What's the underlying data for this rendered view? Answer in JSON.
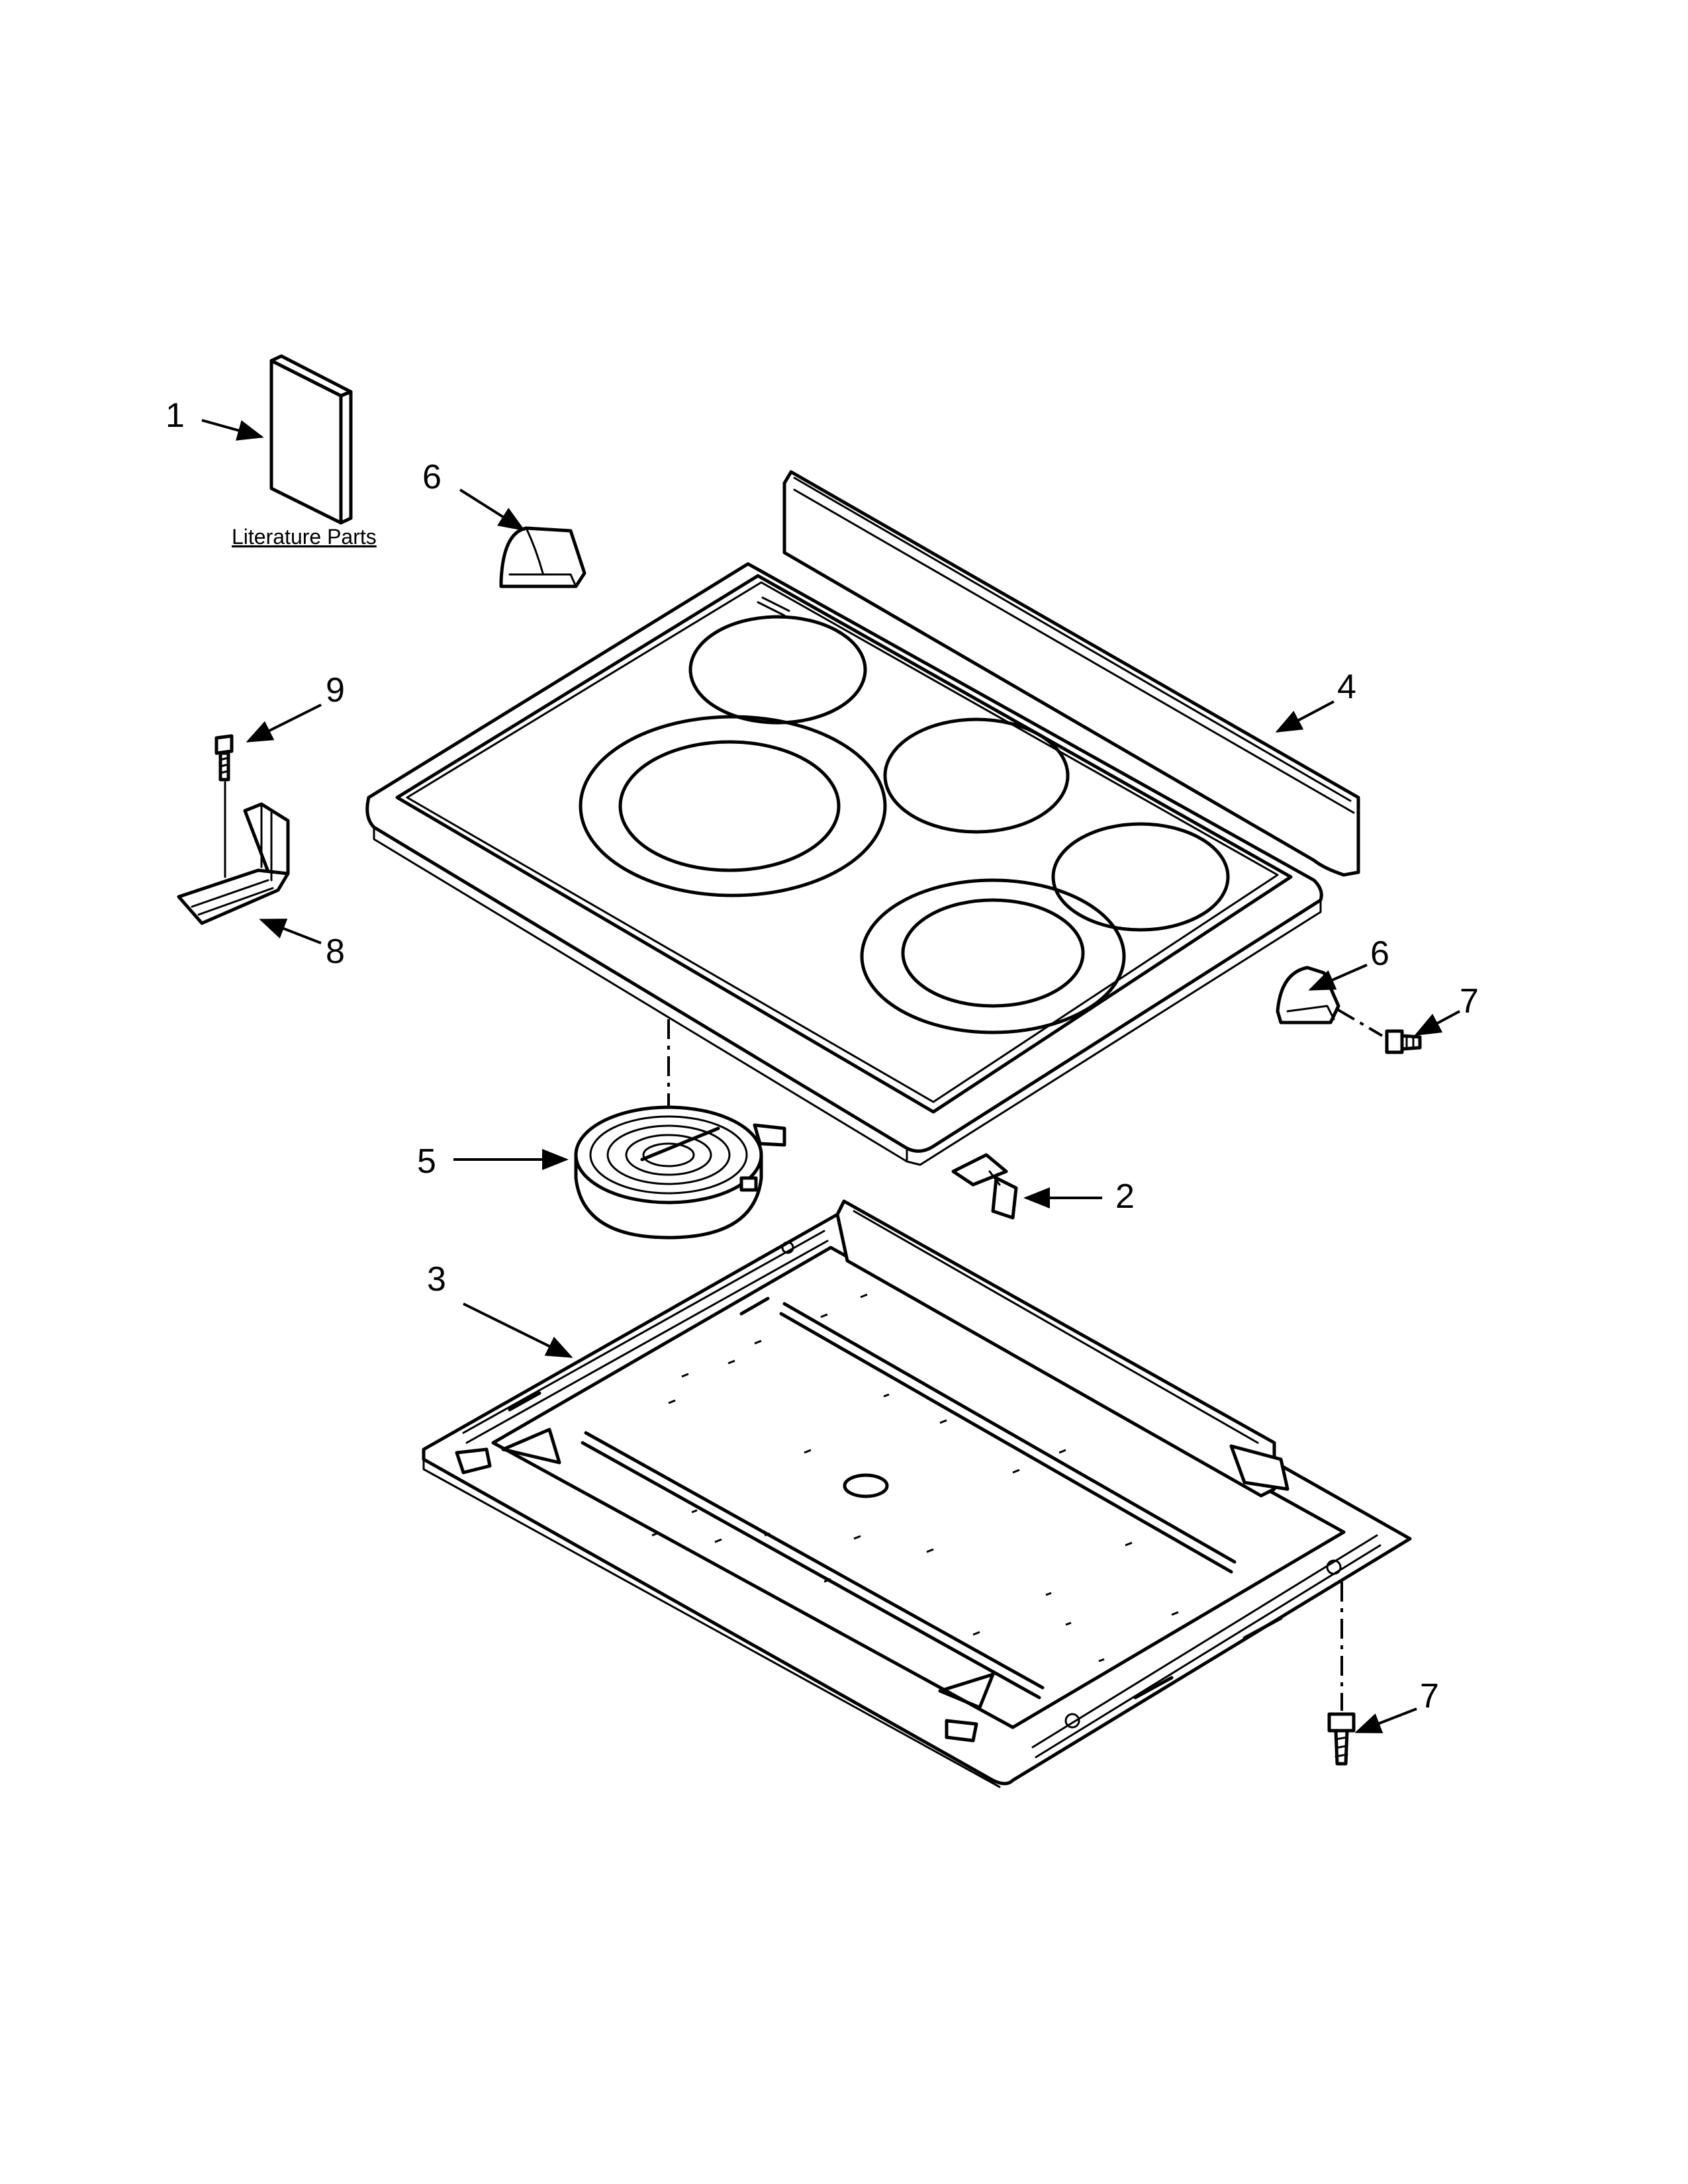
{
  "literature_label": "Literature Parts",
  "callouts": {
    "c1": "1",
    "c2": "2",
    "c3": "3",
    "c4": "4",
    "c5": "5",
    "c6a": "6",
    "c6b": "6",
    "c7a": "7",
    "c7b": "7",
    "c8": "8",
    "c9": "9"
  }
}
